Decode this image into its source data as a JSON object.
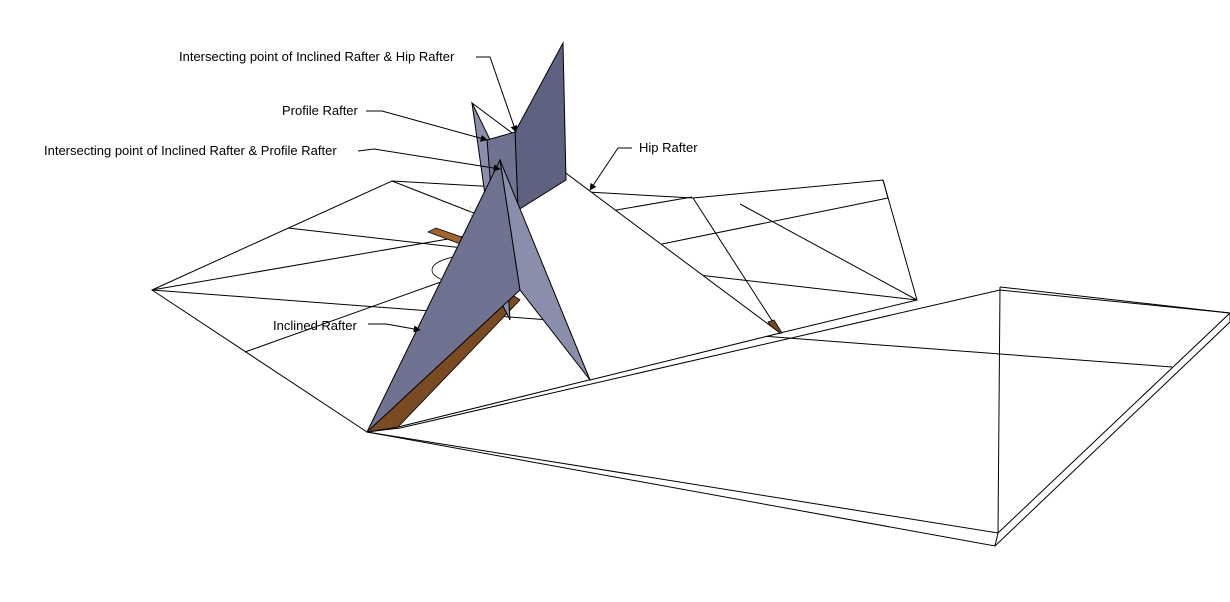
{
  "labels": {
    "hip_point": "Intersecting point of Inclined Rafter & Hip Rafter",
    "profile_rafter": "Profile Rafter",
    "profile_point": "Intersecting point of Inclined Rafter & Profile Rafter",
    "hip_rafter": "Hip Rafter",
    "inclined_rafter": "Inclined Rafter"
  },
  "colors": {
    "plane": "#6f7391",
    "wood": "#7a4a22",
    "line": "#000000",
    "hidden_line": "#999999"
  }
}
